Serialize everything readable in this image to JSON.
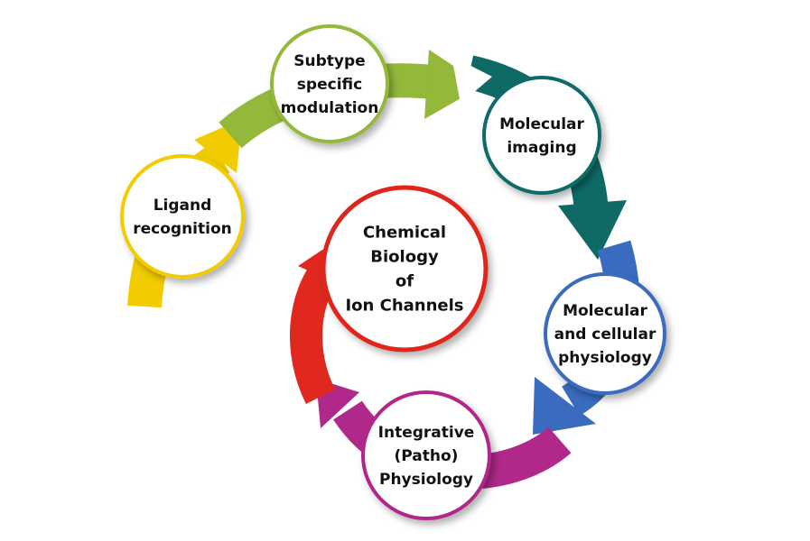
{
  "title": "Chemical Biology of Ion Channels cycle",
  "center": {
    "lines": [
      "Chemical",
      "Biology",
      "of",
      "Ion Channels"
    ],
    "color": "#e0281f"
  },
  "stages": [
    {
      "lines": [
        "Ligand",
        "recognition"
      ],
      "color": "#f2cc00"
    },
    {
      "lines": [
        "Subtype",
        "specific",
        "modulation"
      ],
      "color": "#93b83a"
    },
    {
      "lines": [
        "Molecular",
        "imaging"
      ],
      "color": "#0f6a66"
    },
    {
      "lines": [
        "Molecular",
        "and cellular",
        "physiology"
      ],
      "color": "#3a6bbf"
    },
    {
      "lines": [
        "Integrative",
        "(Patho)",
        "Physiology"
      ],
      "color": "#b0288a"
    }
  ]
}
